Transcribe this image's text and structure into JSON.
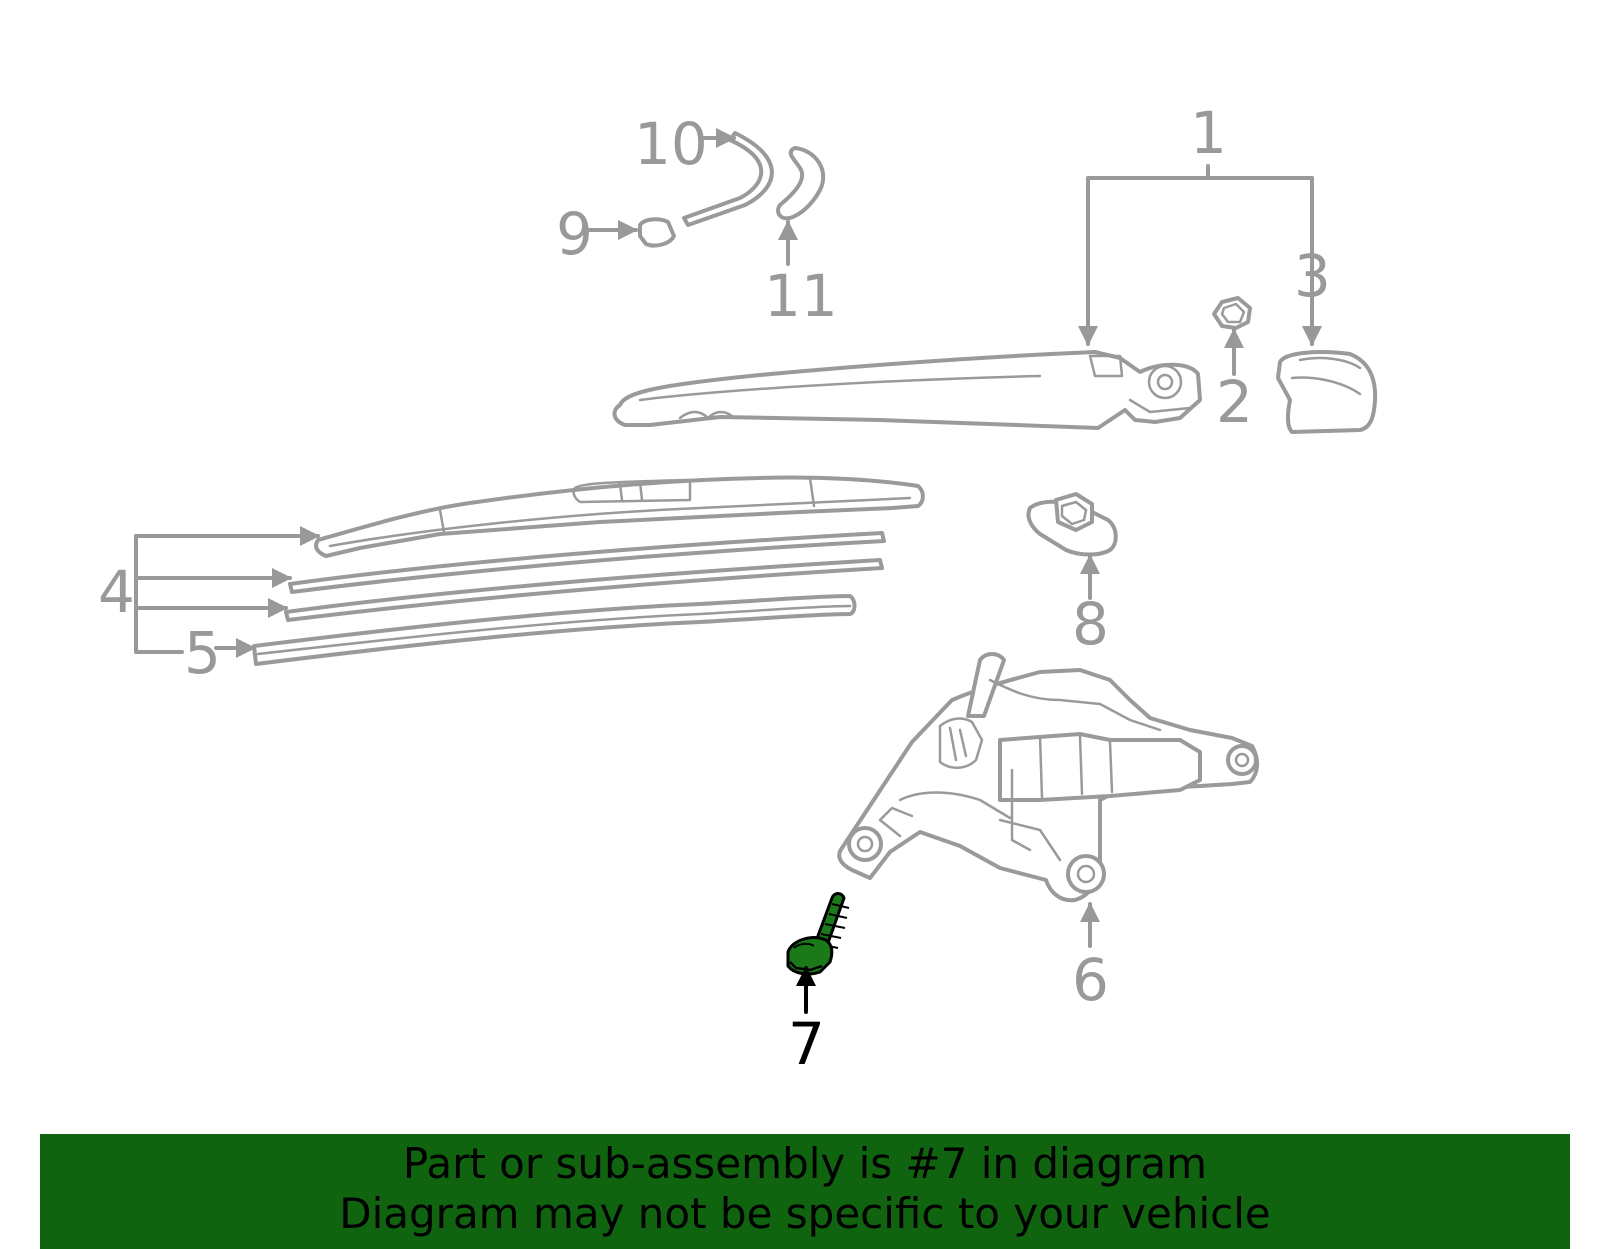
{
  "diagram": {
    "callouts": [
      {
        "id": "1",
        "label": "1"
      },
      {
        "id": "2",
        "label": "2"
      },
      {
        "id": "3",
        "label": "3"
      },
      {
        "id": "4",
        "label": "4"
      },
      {
        "id": "5",
        "label": "5"
      },
      {
        "id": "6",
        "label": "6"
      },
      {
        "id": "7",
        "label": "7",
        "highlighted": true
      },
      {
        "id": "8",
        "label": "8"
      },
      {
        "id": "9",
        "label": "9"
      },
      {
        "id": "10",
        "label": "10"
      },
      {
        "id": "11",
        "label": "11"
      }
    ],
    "highlight_color": "#1a7a1a",
    "line_color": "#999999"
  },
  "banner": {
    "line1": "Part or sub-assembly is #7 in diagram",
    "line2": "Diagram may not be specific to your vehicle",
    "background": "#106410"
  }
}
